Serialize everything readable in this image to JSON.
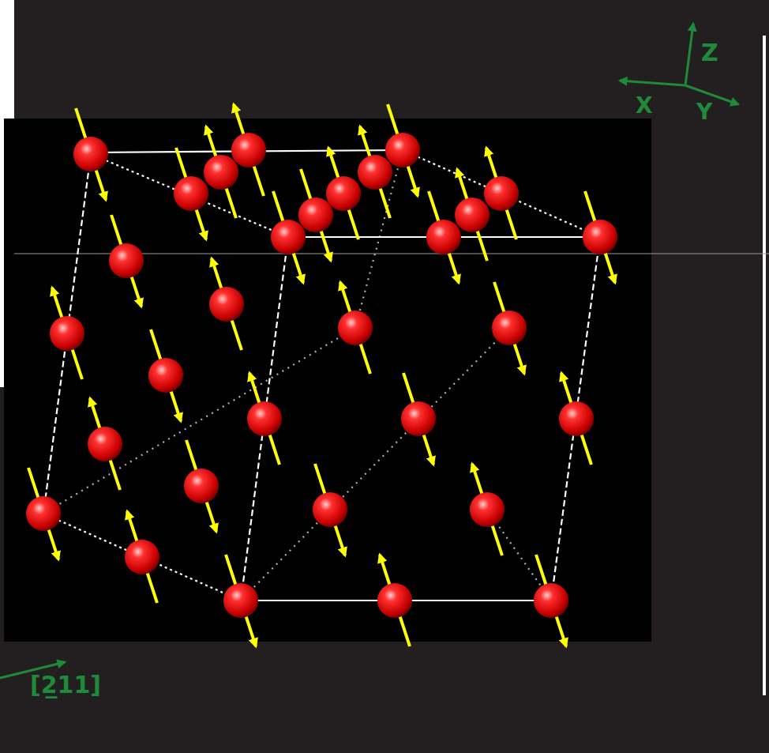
{
  "diagram": {
    "labels": [
      "Z",
      "X",
      "Y",
      "[2̲11]"
    ]
  }
}
